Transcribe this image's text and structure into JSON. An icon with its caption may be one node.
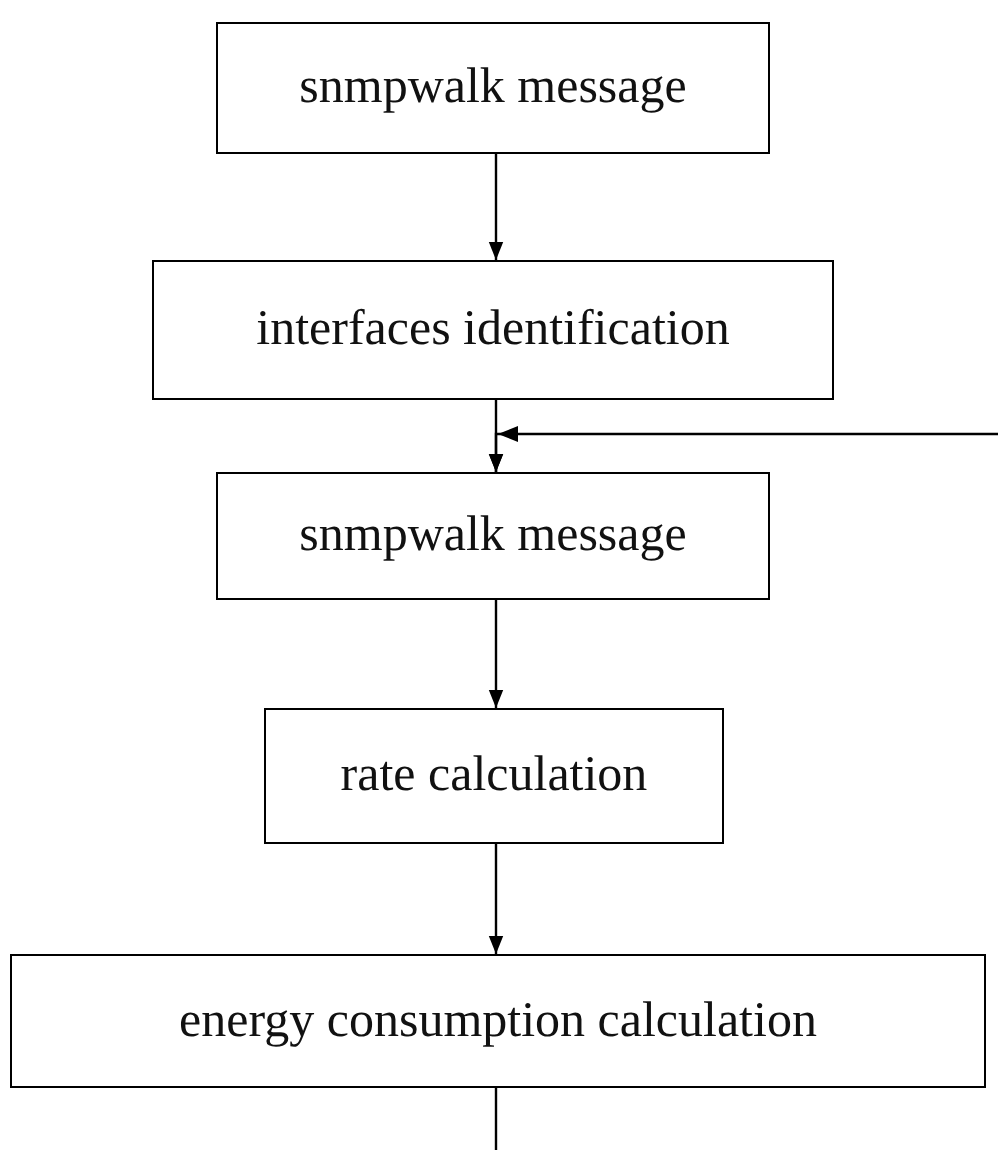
{
  "diagram": {
    "nodes": [
      {
        "text": [
          "snmpwalk message"
        ]
      },
      {
        "text": [
          "interfaces identification"
        ]
      },
      {
        "text": [
          "snmpwalk message"
        ]
      },
      {
        "text": [
          "rate calculation"
        ]
      },
      {
        "text": [
          "energy consumption calculation"
        ]
      }
    ],
    "edges": [
      {
        "from": 0,
        "to": 1,
        "arrow": "to"
      },
      {
        "from": 1,
        "to": 2,
        "arrow": "to"
      },
      {
        "from": 2,
        "to": 3,
        "arrow": "to"
      },
      {
        "from": 3,
        "to": 4,
        "arrow": "to"
      },
      {
        "from": null,
        "to": 2,
        "arrow": "to"
      },
      {
        "from": 4,
        "to": null,
        "arrow": "none"
      }
    ]
  }
}
